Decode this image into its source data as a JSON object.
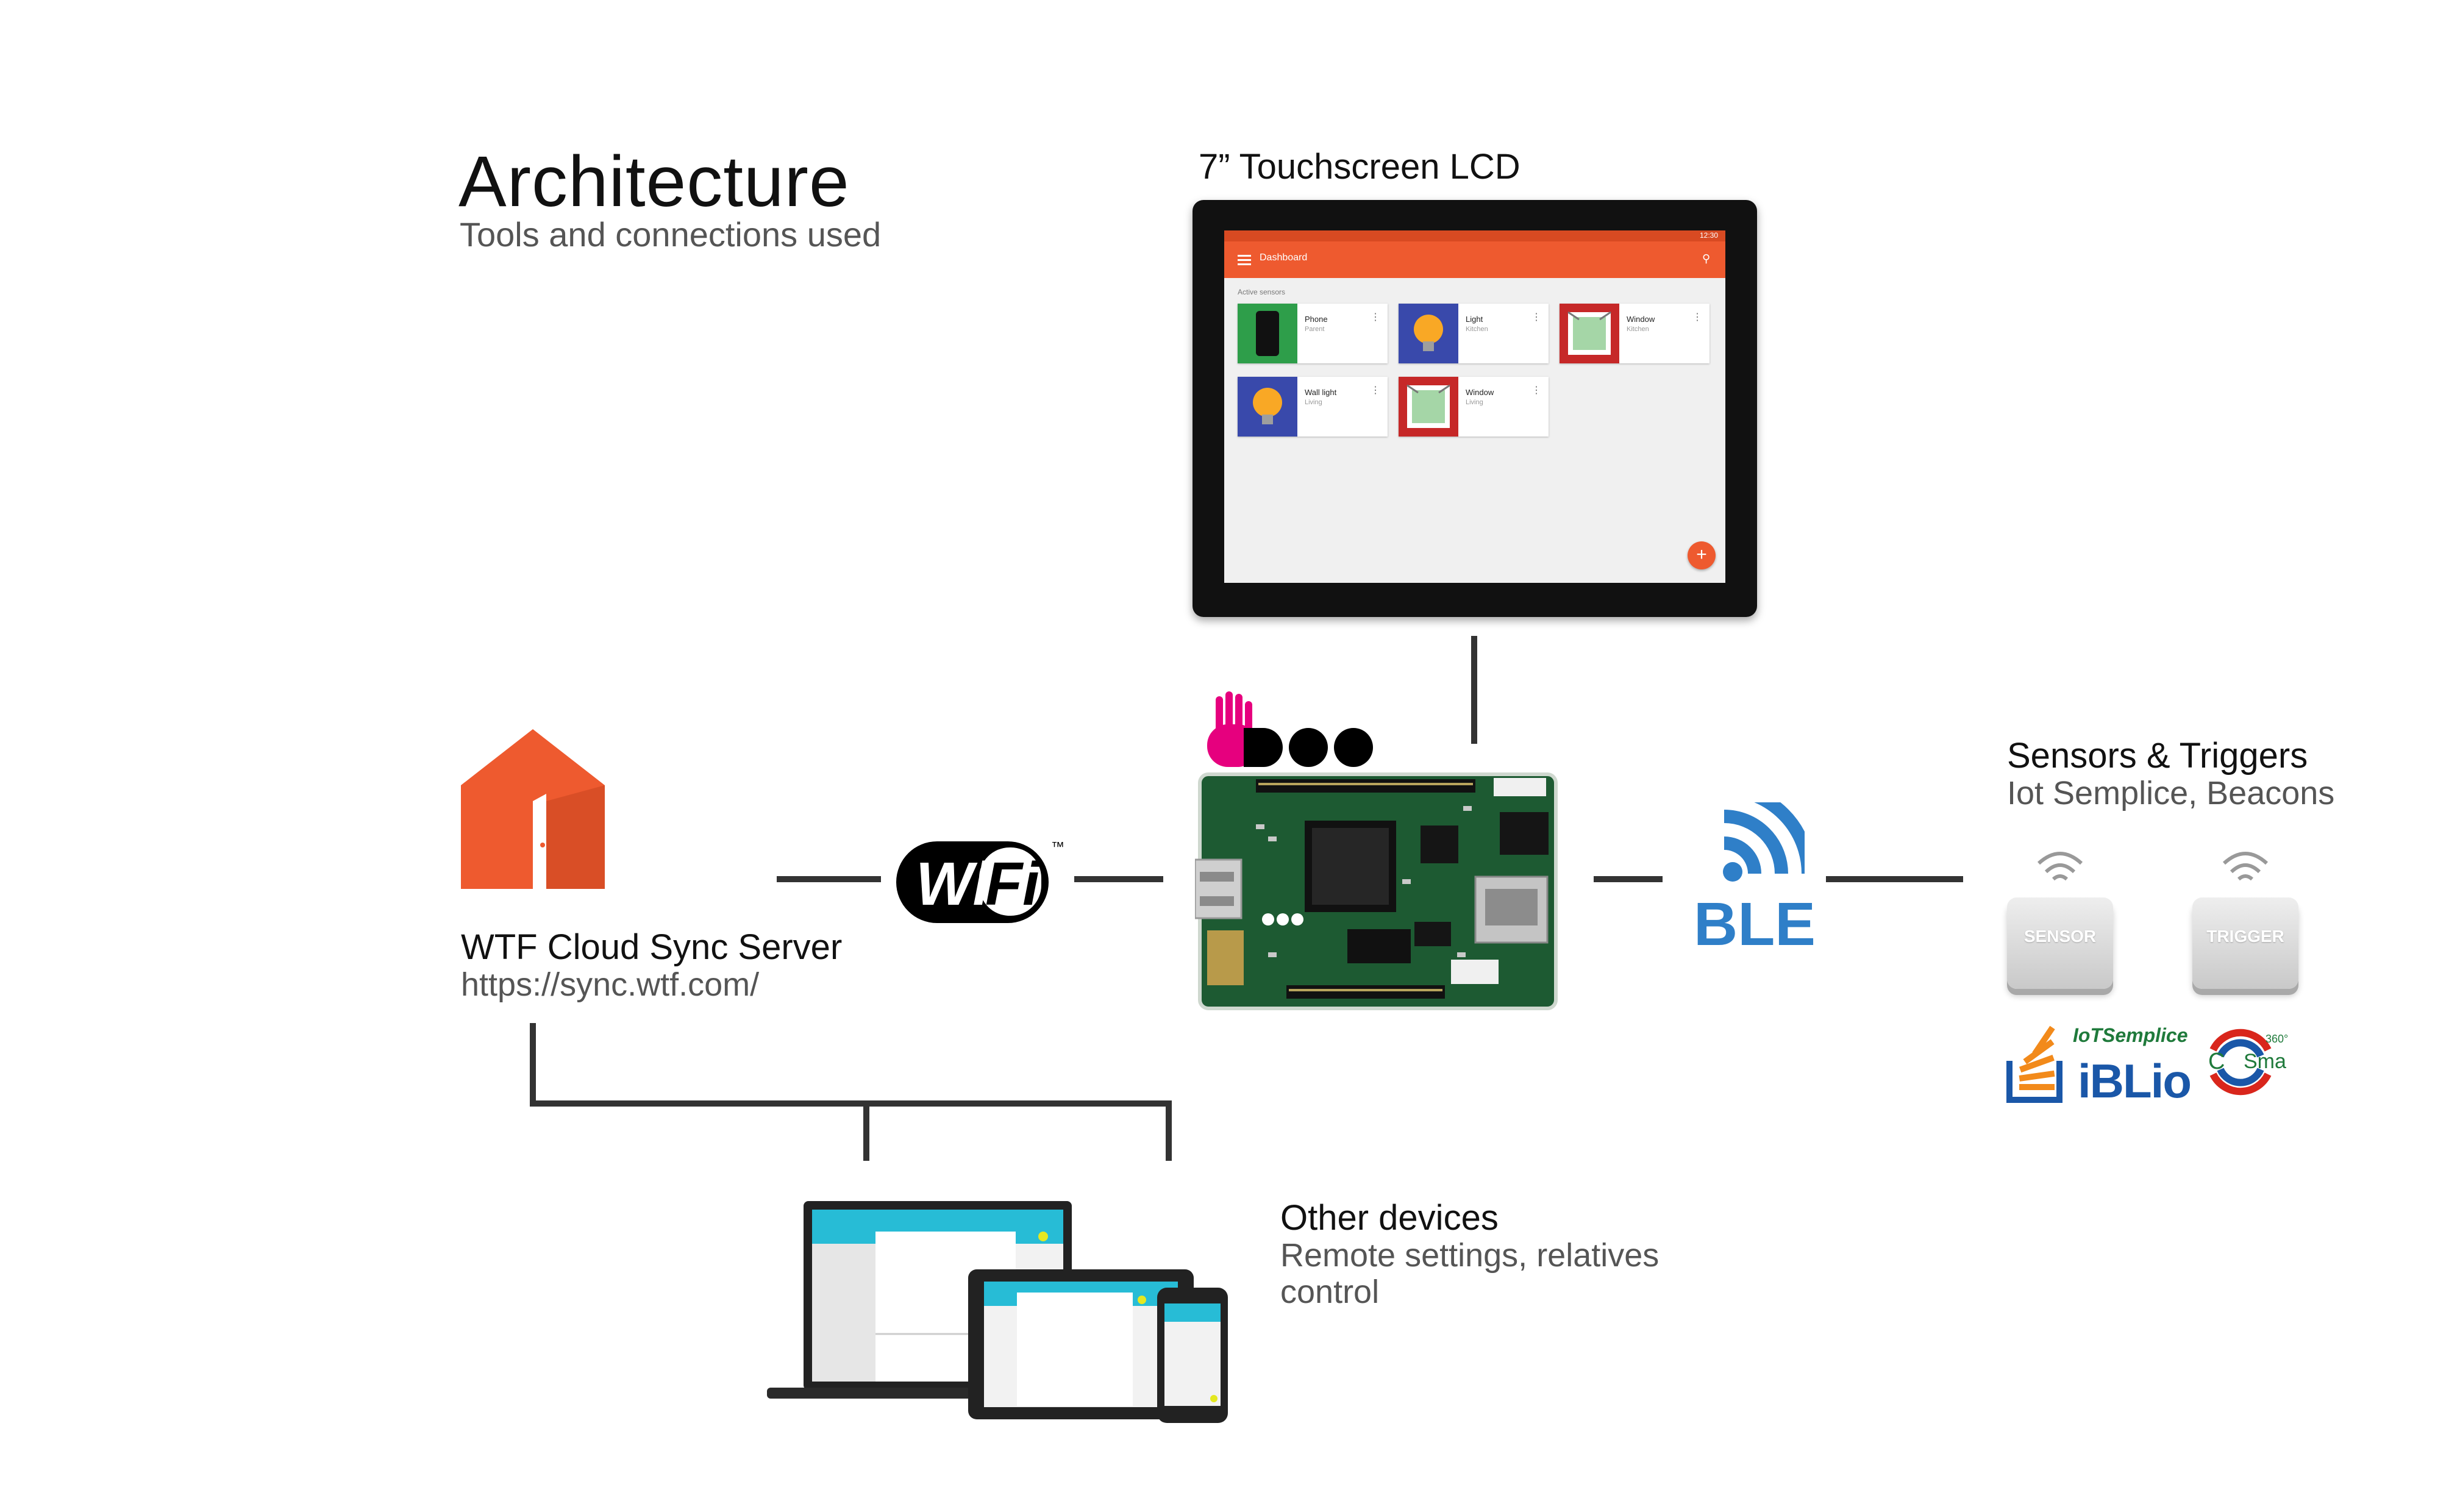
{
  "header": {
    "title": "Architecture",
    "subtitle": "Tools and connections used"
  },
  "lcd": {
    "label": "7” Touchscreen LCD",
    "app_title": "Dashboard",
    "section_label": "Active sensors",
    "status_time": "12:30",
    "fab_symbol": "+",
    "cards": [
      {
        "name": "Phone",
        "room": "Parent",
        "icon": "phone-icon",
        "tile_color": "#2e9e4a"
      },
      {
        "name": "Light",
        "room": "Kitchen",
        "icon": "lightbulb-icon",
        "tile_color": "#3949ab"
      },
      {
        "name": "Window",
        "room": "Kitchen",
        "icon": "window-icon",
        "tile_color": "#c62828"
      },
      {
        "name": "Wall light",
        "room": "Living",
        "icon": "lightbulb-icon",
        "tile_color": "#3949ab"
      },
      {
        "name": "Window",
        "room": "Living",
        "icon": "window-icon",
        "tile_color": "#c62828"
      }
    ]
  },
  "server": {
    "label": "WTF Cloud Sync Server",
    "url": "https://sync.wtf.com/",
    "icon": "home-icon",
    "color": "#ee5a2f"
  },
  "wifi": {
    "text_left": "Wi",
    "text_right": "Fi",
    "trademark": "™",
    "icon": "wifi-logo"
  },
  "board": {
    "brand": "DOO",
    "icon": "udoo-board"
  },
  "ble": {
    "text": "BLE",
    "color": "#2f7fc8",
    "icon": "ble-signal-icon"
  },
  "sensors": {
    "label": "Sensors & Triggers",
    "sublabel": "Iot Semplice, Beacons",
    "chips": [
      "SENSOR",
      "TRIGGER"
    ],
    "logos": {
      "iotsemplice": "IoTSemplice",
      "iblio": "iBLio",
      "cosma_c": "C",
      "cosma_sma": "Sma",
      "cosma_deg": "360°"
    }
  },
  "devices": {
    "label": "Other devices",
    "sub1": "Remote settings, relatives",
    "sub2": "control",
    "accent": "#27bcd6"
  }
}
